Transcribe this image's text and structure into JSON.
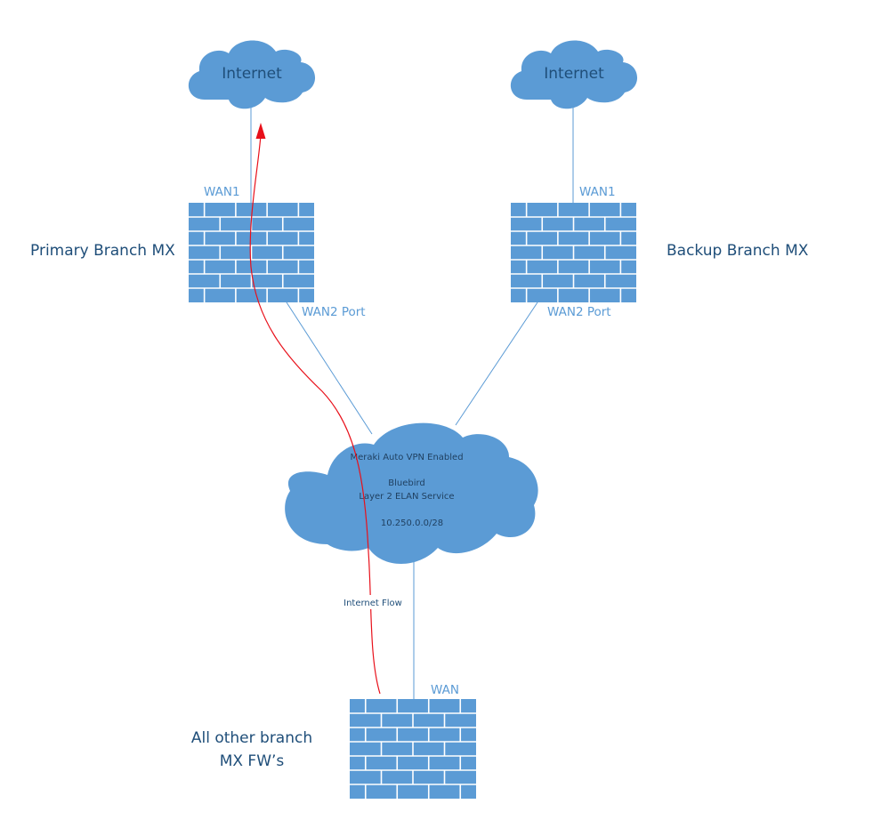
{
  "diagram": {
    "colors": {
      "cloud_fill": "#5b9bd5",
      "wall_fill": "#5b9bd5",
      "wall_mortar": "#ffffff",
      "link_line": "#5b9bd5",
      "flow_line": "#e8101a",
      "label_dark": "#1f4e79",
      "label_port": "#5b9bd5"
    },
    "clouds": {
      "internet_left": {
        "label": "Internet"
      },
      "internet_right": {
        "label": "Internet"
      }
    },
    "core_cloud": {
      "line1": "Meraki Auto VPN Enabled",
      "line2": "Bluebird",
      "line3": "Layer 2 ELAN Service",
      "line4": "10.250.0.0/28"
    },
    "firewalls": {
      "primary": {
        "name": "Primary Branch MX",
        "wan1": "WAN1",
        "wan2": "WAN2 Port",
        "icon": "firewall-brick-icon"
      },
      "backup": {
        "name": "Backup Branch MX",
        "wan1": "WAN1",
        "wan2": "WAN2 Port",
        "icon": "firewall-brick-icon"
      },
      "branch": {
        "name_line1": "All other branch",
        "name_line2": "MX FW’s",
        "wan": "WAN",
        "icon": "firewall-brick-icon"
      }
    },
    "flow": {
      "label": "Internet Flow"
    }
  }
}
